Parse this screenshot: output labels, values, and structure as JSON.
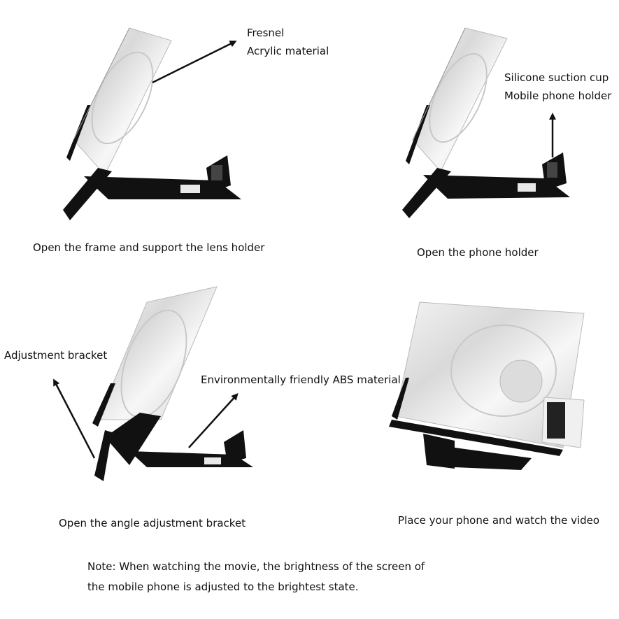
{
  "panels": {
    "top_left": {
      "caption": "Open the frame and support the lens holder",
      "callout_lines": [
        "Fresnel",
        "Acrylic material"
      ]
    },
    "top_right": {
      "caption": "Open the phone holder",
      "callout_lines": [
        "Silicone suction cup",
        "Mobile phone holder"
      ]
    },
    "bottom_left": {
      "caption": "Open the angle adjustment bracket",
      "callout_left": "Adjustment bracket",
      "callout_right": "Environmentally friendly ABS material"
    },
    "bottom_right": {
      "caption": "Place your phone and watch the video"
    }
  },
  "note": {
    "line1": "Note: When watching the movie, the brightness of the screen of",
    "line2": "the mobile phone is adjusted to the brightest state."
  }
}
